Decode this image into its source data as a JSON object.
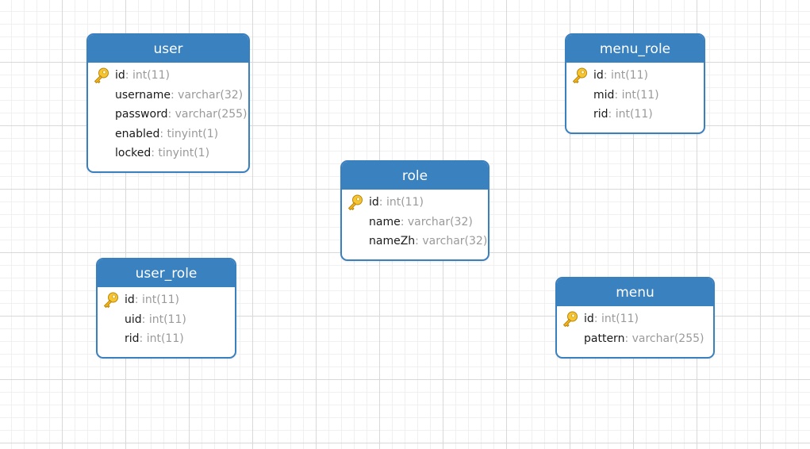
{
  "tables": {
    "user": {
      "name": "user",
      "fields": [
        {
          "name": "id",
          "type": ": int(11)",
          "icon": "key-icon"
        },
        {
          "name": "username",
          "type": ": varchar(32)"
        },
        {
          "name": "password",
          "type": ": varchar(255)"
        },
        {
          "name": "enabled",
          "type": ": tinyint(1)"
        },
        {
          "name": "locked",
          "type": ": tinyint(1)"
        }
      ]
    },
    "menu_role": {
      "name": "menu_role",
      "fields": [
        {
          "name": "id",
          "type": ": int(11)",
          "icon": "key-icon"
        },
        {
          "name": "mid",
          "type": ": int(11)"
        },
        {
          "name": "rid",
          "type": ": int(11)"
        }
      ]
    },
    "role": {
      "name": "role",
      "fields": [
        {
          "name": "id",
          "type": ": int(11)",
          "icon": "key-icon"
        },
        {
          "name": "name",
          "type": ": varchar(32)"
        },
        {
          "name": "nameZh",
          "type": ": varchar(32)"
        }
      ]
    },
    "user_role": {
      "name": "user_role",
      "fields": [
        {
          "name": "id",
          "type": ": int(11)",
          "icon": "key-icon"
        },
        {
          "name": "uid",
          "type": ": int(11)"
        },
        {
          "name": "rid",
          "type": ": int(11)"
        }
      ]
    },
    "menu": {
      "name": "menu",
      "fields": [
        {
          "name": "id",
          "type": ": int(11)",
          "icon": "key-icon"
        },
        {
          "name": "pattern",
          "type": ": varchar(255)"
        }
      ]
    }
  },
  "colors": {
    "header": "#3a81c0",
    "border": "#3a7fbe",
    "type_text": "#9a9a9a",
    "key": "#f2b51c"
  }
}
